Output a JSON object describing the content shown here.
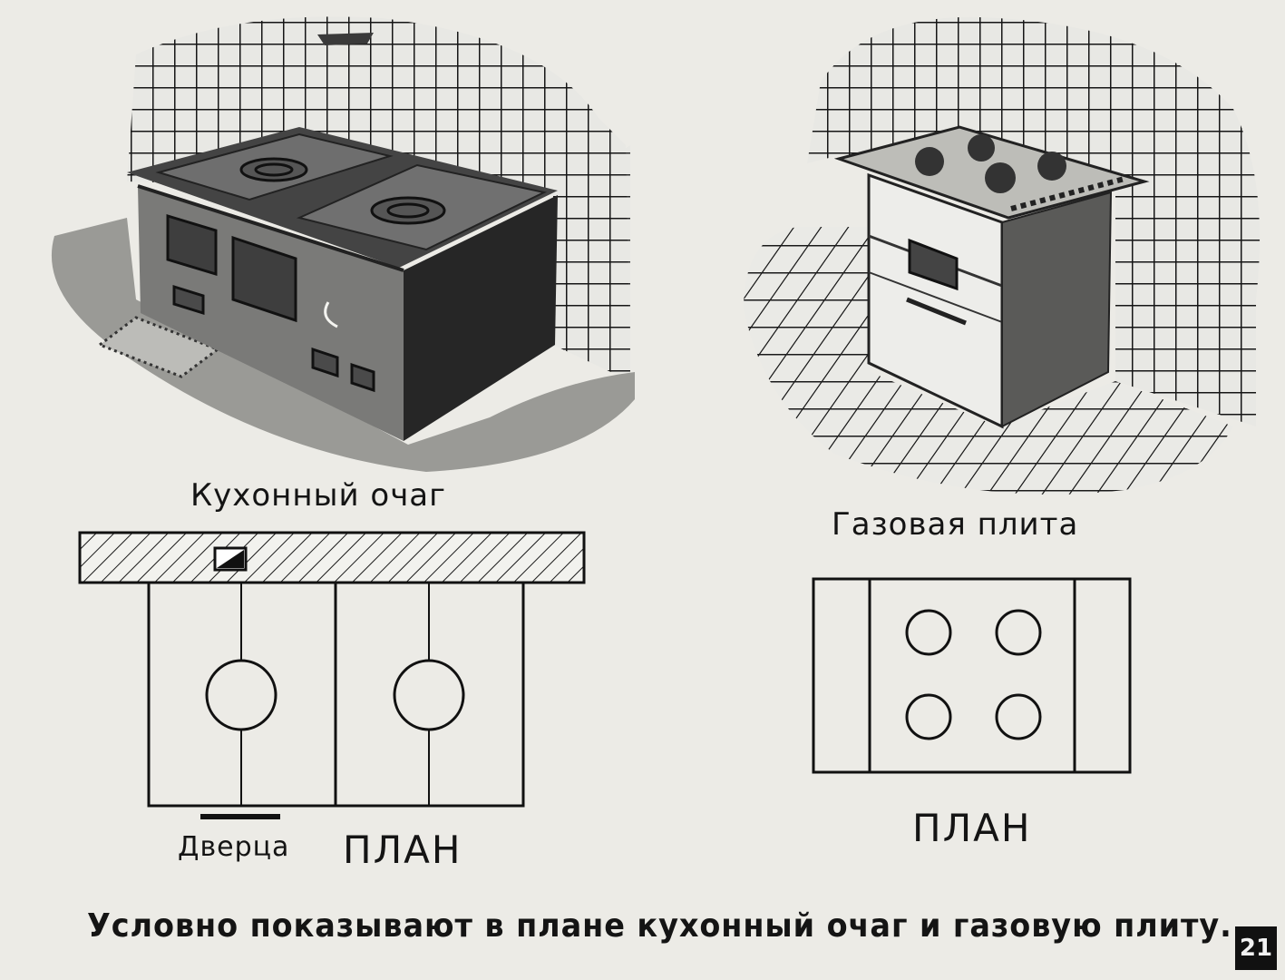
{
  "labels": {
    "stove_title": "Кухонный очаг",
    "gas_title": "Газовая плита",
    "door_label": "Дверца",
    "plan_left": "ПЛАН",
    "plan_right": "ПЛАН",
    "caption": "Условно показывают в плане кухонный очаг и газовую плиту.",
    "page_number": "21"
  }
}
